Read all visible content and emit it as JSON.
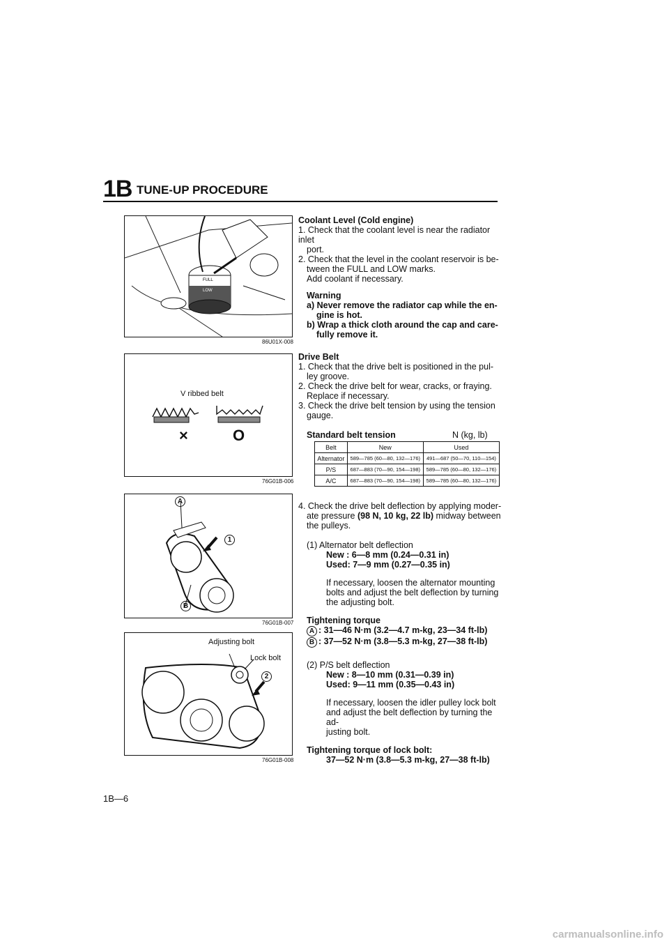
{
  "header": {
    "code": "1B",
    "title": "TUNE-UP PROCEDURE"
  },
  "figures": [
    {
      "code": "86U01X-008"
    },
    {
      "code": "76G01B-006",
      "label": "V ribbed belt",
      "mark_bad": "×",
      "mark_good": "O"
    },
    {
      "code": "76G01B-007",
      "callout_a": "A",
      "callout_b": "B",
      "callout_1": "1"
    },
    {
      "code": "76G01B-008",
      "label_adjusting": "Adjusting bolt",
      "label_lock": "Lock bolt",
      "callout_2": "2"
    }
  ],
  "coolant": {
    "heading": "Coolant Level (Cold engine)",
    "step1_a": "1. Check that the coolant level is near the radiator inlet",
    "step1_b": "port.",
    "step2_a": "2. Check that the level in the coolant reservoir is be-",
    "step2_b": "tween the FULL and LOW marks.",
    "step2_c": "Add coolant if necessary.",
    "warning": "Warning",
    "warn_a1": "a) Never remove the radiator cap while the en-",
    "warn_a2": "gine is hot.",
    "warn_b1": "b) Wrap a thick cloth around the cap and care-",
    "warn_b2": "fully remove it."
  },
  "belt": {
    "heading": "Drive Belt",
    "s1a": "1. Check that the drive belt is positioned in the pul-",
    "s1b": "ley groove.",
    "s2a": "2. Check the drive belt for wear, cracks, or fraying.",
    "s2b": "Replace if necessary.",
    "s3a": "3. Check the drive belt tension by using the tension",
    "s3b": "gauge.",
    "std_title": "Standard belt tension",
    "std_unit": "N (kg, lb)",
    "table": {
      "headers": [
        "Belt",
        "New",
        "Used"
      ],
      "rows": [
        [
          "Alternator",
          "589—785 (60—80, 132—176)",
          "491—687 (50—70, 110—154)"
        ],
        [
          "P/S",
          "687—883 (70—90, 154—198)",
          "589—785 (60—80, 132—176)"
        ],
        [
          "A/C",
          "687—883 (70—90, 154—198)",
          "589—785 (60—80, 132—176)"
        ]
      ]
    },
    "s4a": "4. Check the drive belt deflection by applying moder-",
    "s4b_pre": "ate pressure ",
    "s4b_bold": "(98 N, 10 kg, 22 lb)",
    "s4b_post": " midway between",
    "s4c": "the pulleys.",
    "alt_title": "(1) Alternator belt deflection",
    "alt_new": "New : 6—8 mm (0.24—0.31 in)",
    "alt_used": "Used: 7—9 mm (0.27—0.35 in)",
    "alt_note1": "If necessary, loosen the alternator mounting",
    "alt_note2": "bolts and adjust the belt deflection by turning",
    "alt_note3": "the adjusting bolt.",
    "torque_title": "Tightening torque",
    "torque_a_mark": "A",
    "torque_a": ": 31—46 N·m (3.2—4.7 m-kg, 23—34 ft-lb)",
    "torque_b_mark": "B",
    "torque_b": ": 37—52 N·m (3.8—5.3 m-kg, 27—38 ft-lb)",
    "ps_title": "(2) P/S belt deflection",
    "ps_new": "New : 8—10 mm (0.31—0.39 in)",
    "ps_used": "Used: 9—11 mm (0.35—0.43 in)",
    "ps_note1": "If necessary, loosen the idler pulley lock bolt",
    "ps_note2": "and adjust the belt deflection by turning the ad-",
    "ps_note3": "justing bolt.",
    "lock_title": "Tightening torque of lock bolt:",
    "lock_value": "37—52 N·m (3.8—5.3 m-kg, 27—38 ft-lb)"
  },
  "footer": {
    "page": "1B—6"
  },
  "watermark": {
    "text": "carmanualsonline.info"
  }
}
